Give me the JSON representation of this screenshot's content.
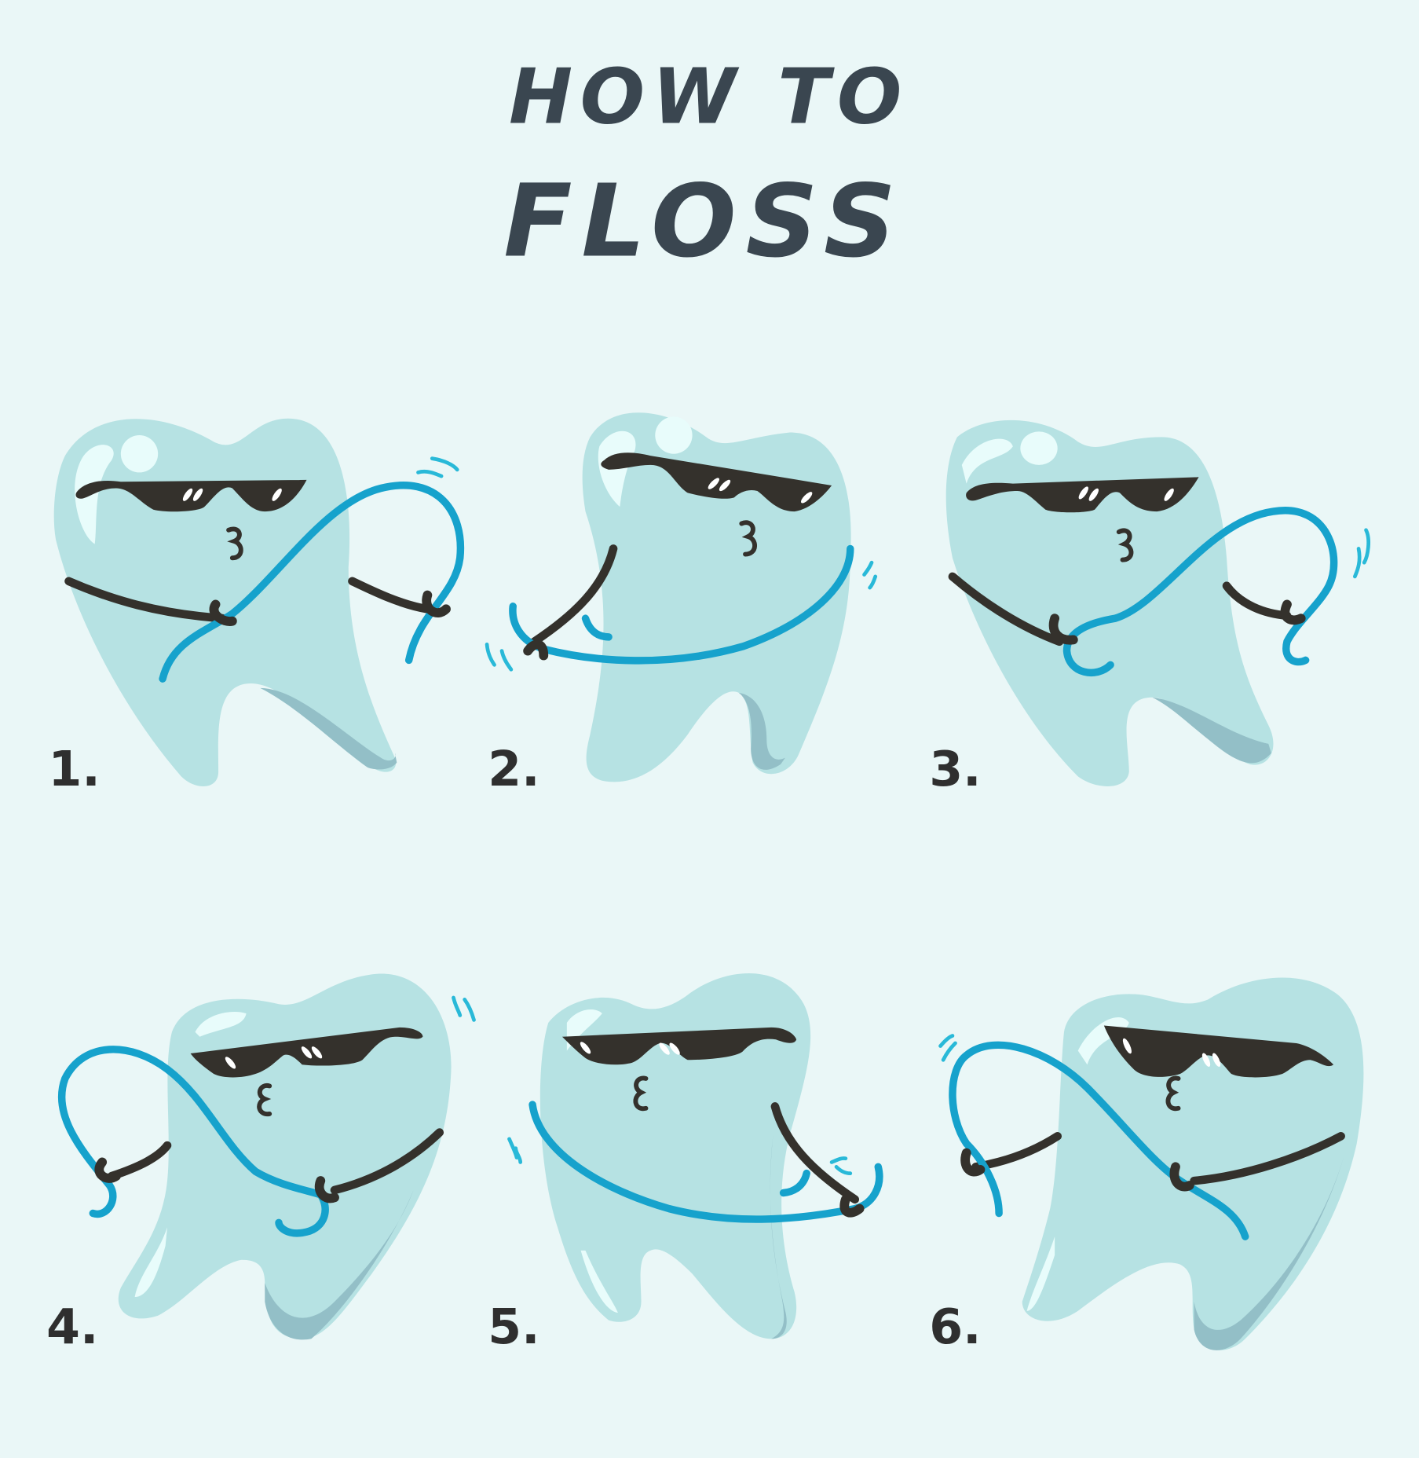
{
  "title": {
    "line1": "HOW TO",
    "line2": "FLOSS"
  },
  "colors": {
    "background": "#eaf7f7",
    "title_text": "#3a4650",
    "tooth": "#b6e2e3",
    "tooth_shadow": "#93bfc7",
    "tooth_highlight": "#e8fcfb",
    "floss": "#16a2cc",
    "arms_glasses": "#34312c"
  },
  "steps": [
    {
      "label": "1."
    },
    {
      "label": "2."
    },
    {
      "label": "3."
    },
    {
      "label": "4."
    },
    {
      "label": "5."
    },
    {
      "label": "6."
    }
  ]
}
